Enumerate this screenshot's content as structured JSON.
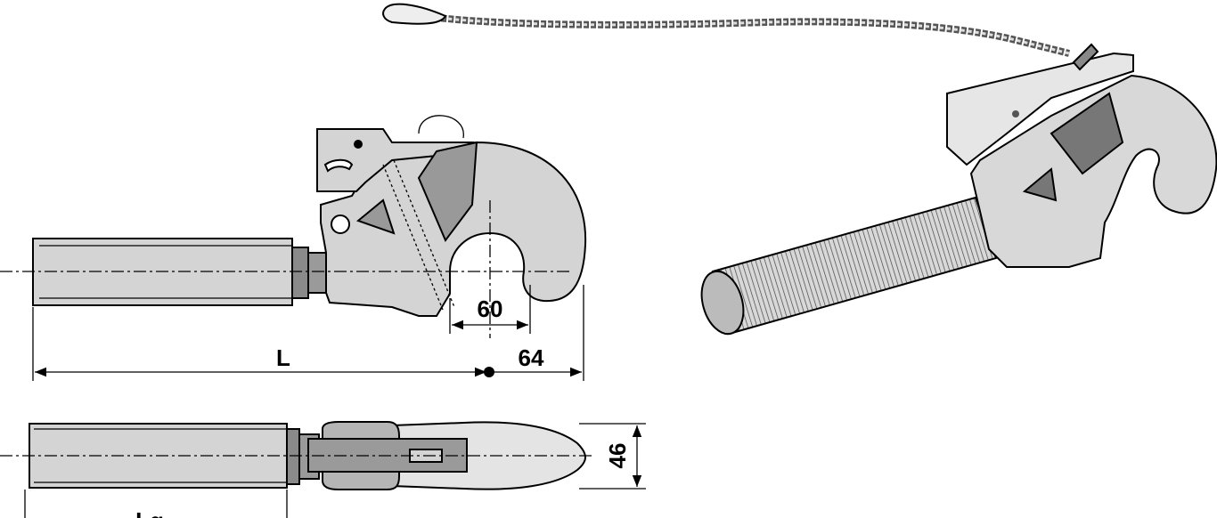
{
  "drawing": {
    "dimensions": {
      "jaw_opening": "60",
      "length": "L",
      "hook_offset": "64",
      "width": "46",
      "thread_length": "Lg"
    },
    "colors": {
      "part_fill": "#d4d4d4",
      "part_dark": "#8a8a8a",
      "line": "#000000"
    }
  }
}
